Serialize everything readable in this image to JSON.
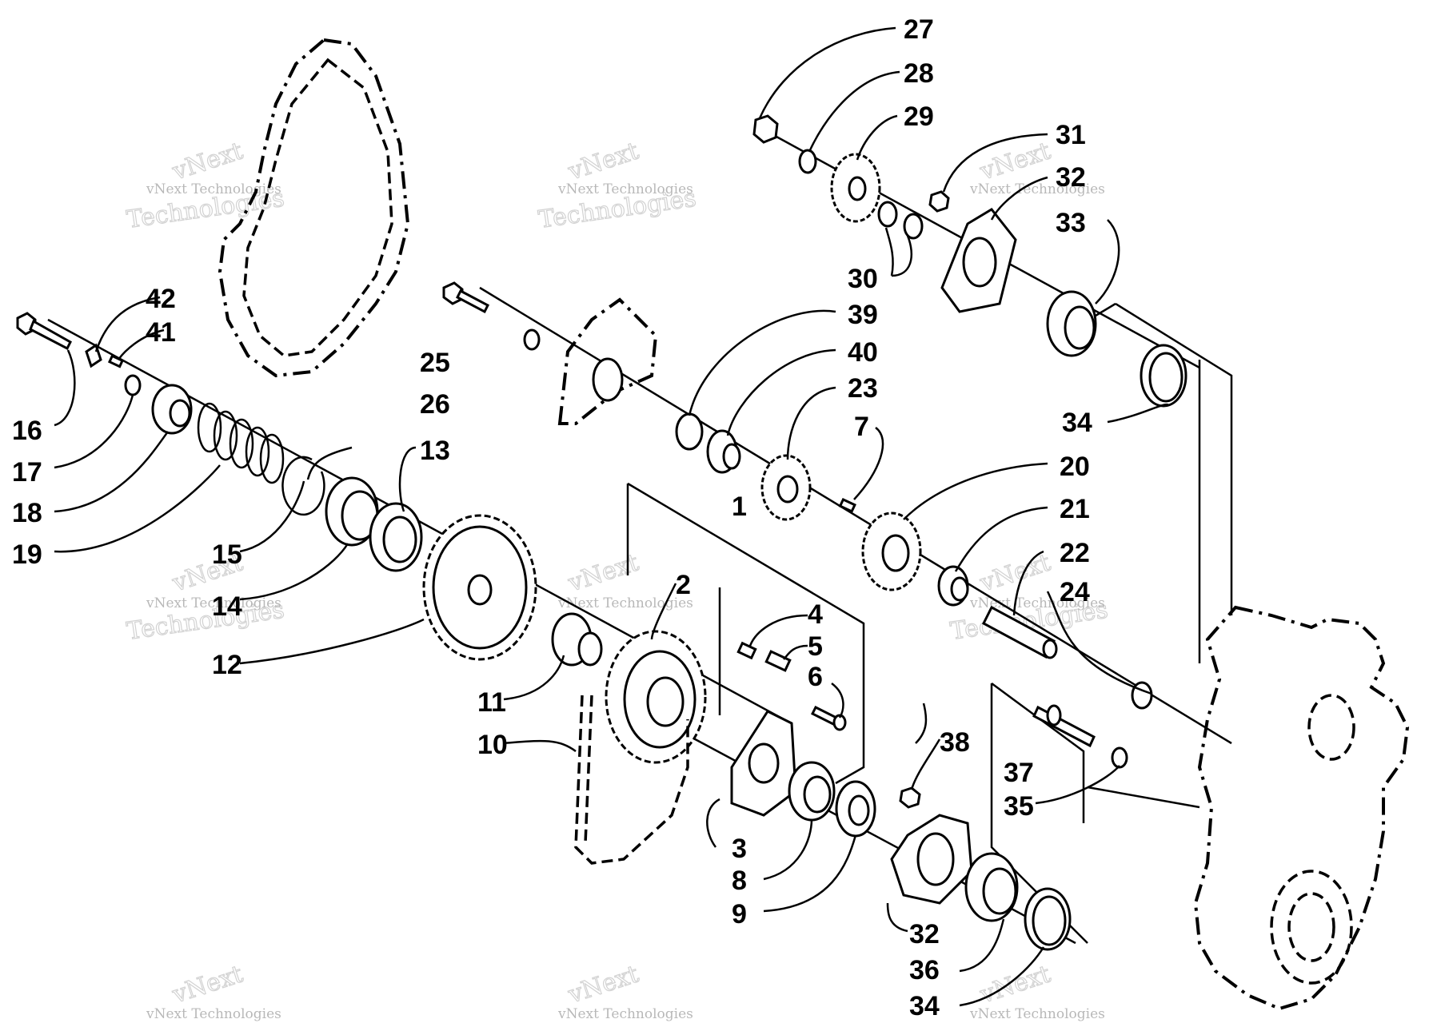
{
  "callouts": {
    "c1": "1",
    "c2": "2",
    "c3": "3",
    "c4": "4",
    "c5": "5",
    "c6": "6",
    "c7": "7",
    "c8": "8",
    "c9": "9",
    "c10": "10",
    "c11": "11",
    "c12": "12",
    "c13": "13",
    "c14": "14",
    "c15": "15",
    "c16": "16",
    "c17": "17",
    "c18": "18",
    "c19": "19",
    "c20": "20",
    "c21": "21",
    "c22": "22",
    "c23": "23",
    "c24": "24",
    "c25": "25",
    "c26": "26",
    "c27": "27",
    "c28": "28",
    "c29": "29",
    "c30": "30",
    "c31": "31",
    "c32a": "32",
    "c32b": "32",
    "c33": "33",
    "c34a": "34",
    "c34b": "34",
    "c35": "35",
    "c36": "36",
    "c37": "37",
    "c38": "38",
    "c39": "39",
    "c40": "40",
    "c41": "41",
    "c42": "42"
  },
  "watermark": {
    "line1": "vNext",
    "line2": "vNext Technologies",
    "line3": "Technologies"
  }
}
